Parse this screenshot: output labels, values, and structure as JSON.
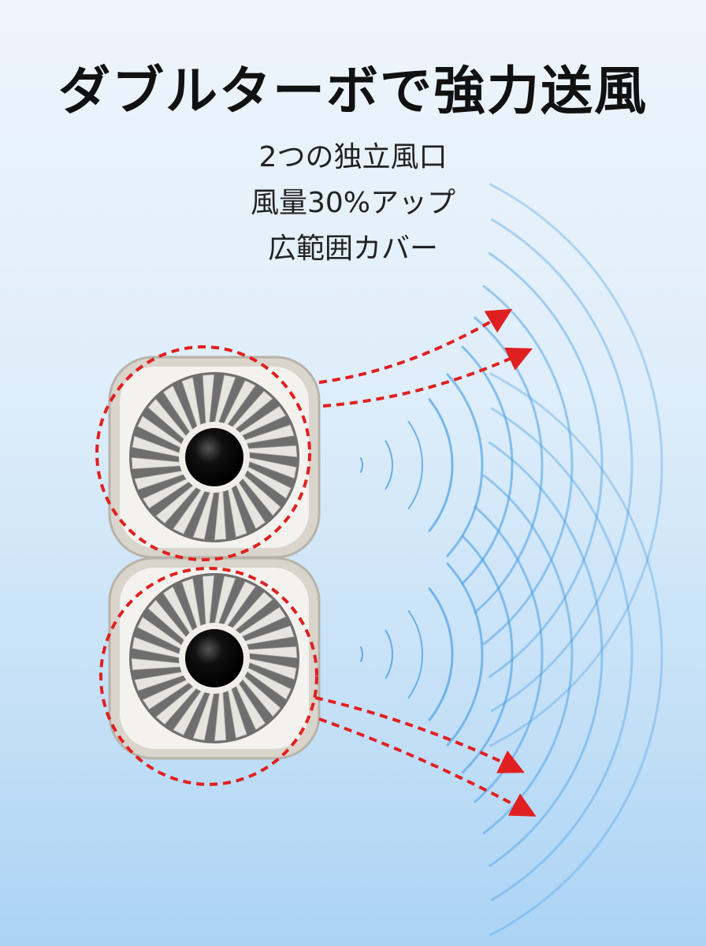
{
  "headline": "ダブルターボで強力送風",
  "features": [
    "2つの独立風口",
    "風量30%アップ",
    "広範囲カバー"
  ],
  "colors": {
    "arrow": "#e02020",
    "wind": "#4a9fe6"
  },
  "icons": [
    "fan-icon",
    "wind-waves-icon",
    "airflow-arrow-icon"
  ]
}
